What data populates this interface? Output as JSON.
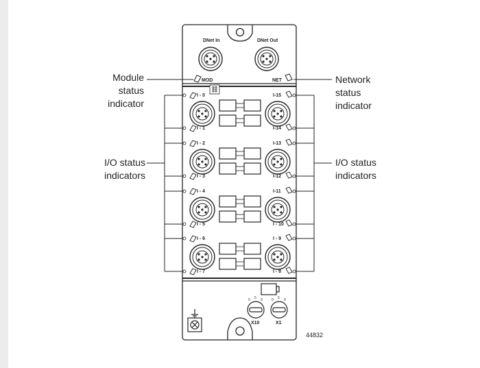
{
  "connectors": {
    "dnet_in": "DNet In",
    "dnet_out": "DNet Out"
  },
  "leds": {
    "mod": "MOD",
    "net": "NET"
  },
  "io_left": [
    "I - 0",
    "I - 1",
    "I - 2",
    "I - 3",
    "I - 4",
    "I - 5",
    "I - 6",
    "I - 7"
  ],
  "io_right": [
    "I-15",
    "I-14",
    "I-13",
    "I-12",
    "I-11",
    "I - 10",
    "I - 9",
    "I - 8"
  ],
  "callouts": {
    "module_line1": "Module",
    "module_line2": "status",
    "module_line3": "indicator",
    "network_line1": "Network",
    "network_line2": "status",
    "network_line3": "indicator",
    "io_left_line1": "I/O status",
    "io_left_line2": "indicators",
    "io_right_line1": "I/O status",
    "io_right_line2": "indicators"
  },
  "switches": {
    "x10": "X10",
    "x1": "X1"
  },
  "figure_number": "44832"
}
